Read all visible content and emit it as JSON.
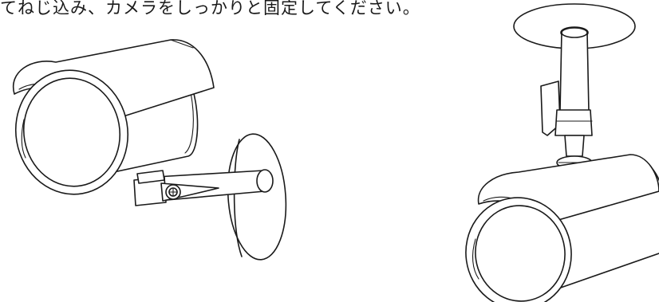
{
  "caption": "てねじ込み、カメラをしっかりと固定してください。",
  "illustrations": [
    {
      "name": "wall-mounted camera",
      "icon": "security-camera-wall-mount-icon"
    },
    {
      "name": "ceiling-mounted camera",
      "icon": "security-camera-ceiling-mount-icon"
    }
  ],
  "colors": {
    "line": "#1a1a1a",
    "background": "#ffffff"
  }
}
